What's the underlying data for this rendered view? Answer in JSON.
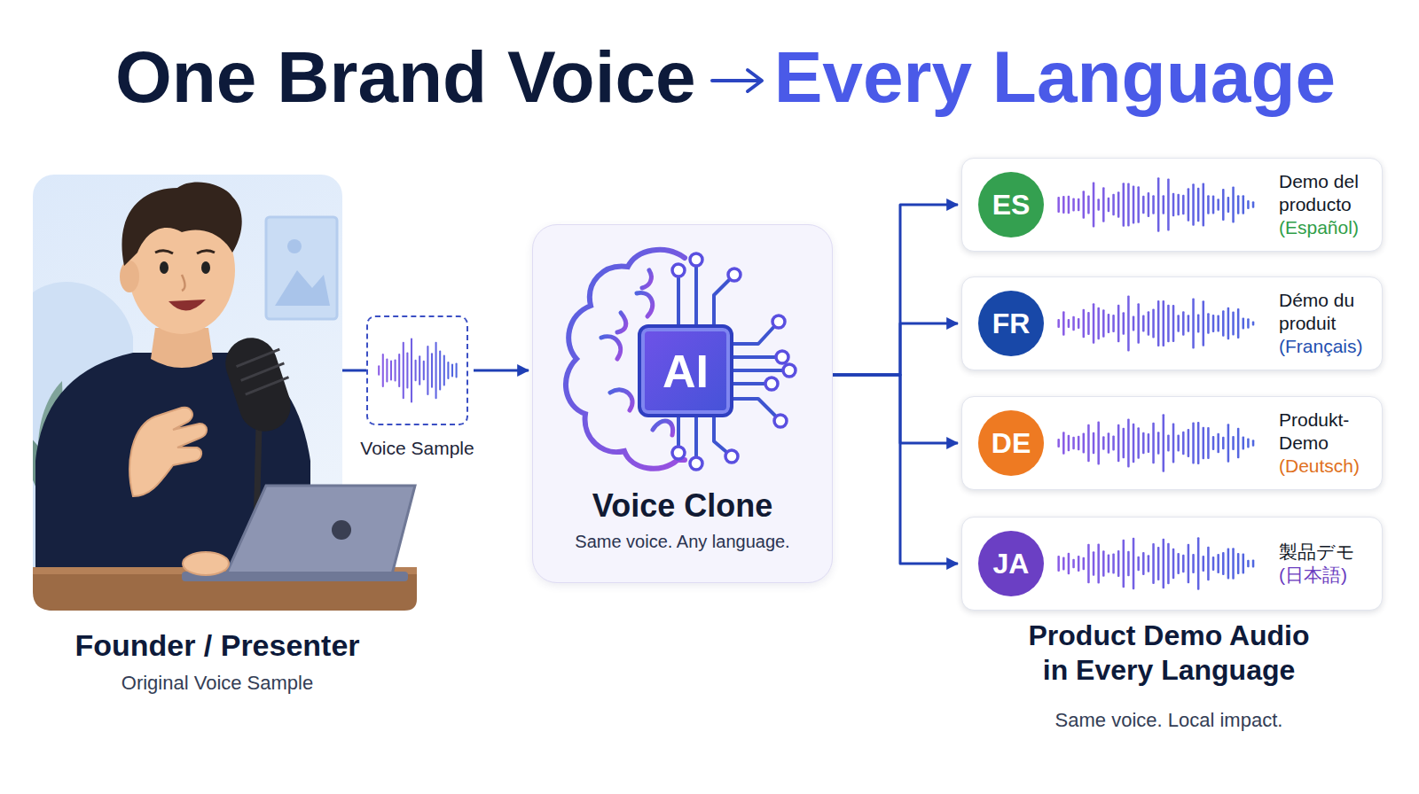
{
  "diagram": {
    "title": "One Brand Voice",
    "nodes": [
      {
        "text": [
          "Founder / Presenter",
          "Original Voice Sample"
        ]
      },
      {
        "text": [
          "Voice Sample"
        ]
      },
      {
        "text": [
          "AI",
          "Voice Clone",
          "Same voice. Any language."
        ]
      },
      {
        "text": [
          "ES",
          "Demo del producto",
          "(Español)"
        ]
      },
      {
        "text": [
          "FR",
          "Démo du produit",
          "(Français)"
        ]
      },
      {
        "text": [
          "DE",
          "Produkt-Demo",
          "(Deutsch)"
        ]
      },
      {
        "text": [
          "JA",
          "製品デモ",
          "(日本語)"
        ]
      }
    ],
    "edges": [
      {
        "from": 0,
        "to": 1,
        "arrow": "none"
      },
      {
        "from": 1,
        "to": 2,
        "arrow": "to"
      },
      {
        "from": 2,
        "to": 3,
        "arrow": "to"
      },
      {
        "from": 2,
        "to": 4,
        "arrow": "to"
      },
      {
        "from": 2,
        "to": 5,
        "arrow": "to"
      },
      {
        "from": 2,
        "to": 6,
        "arrow": "to"
      }
    ],
    "labels": [
      "Every Language",
      "Product Demo Audio in Every Language",
      "Same voice. Local impact."
    ]
  }
}
